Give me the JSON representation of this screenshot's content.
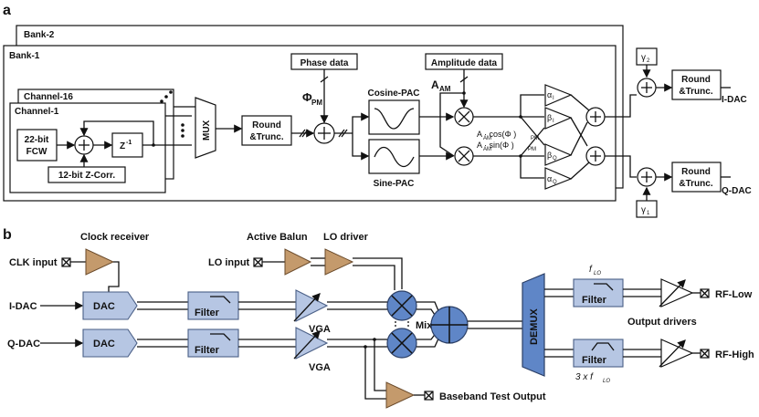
{
  "panel_a": {
    "label": "a",
    "bank2": "Bank-2",
    "bank1": "Bank-1",
    "channel16": "Channel-16",
    "channel1": "Channel-1",
    "fcw_line1": "22-bit",
    "fcw_line2": "FCW",
    "zinv": "Z",
    "zinv_sup": "-1",
    "zcorr": "12-bit Z-Corr.",
    "mux": "MUX",
    "round1_line1": "Round",
    "round1_line2": "&Trunc.",
    "phase_data": "Phase data",
    "phi_pm": "Φ",
    "phi_pm_sub": "PM",
    "amplitude_data": "Amplitude data",
    "a_am": "A",
    "a_am_sub": "AM",
    "cosine_pac": "Cosine-PAC",
    "sine_pac": "Sine-PAC",
    "expr_cos": "A  · cos(Φ  )",
    "expr_cos_sub1": "AM",
    "expr_cos_sub2": "PM",
    "expr_sin": "A  · sin(Φ  )",
    "alpha_i": "α",
    "alpha_i_sub": "I",
    "beta_i": "β",
    "beta_i_sub": "I",
    "beta_q": "β",
    "beta_q_sub": "Q",
    "alpha_q": "α",
    "alpha_q_sub": "Q",
    "gamma2": "γ",
    "gamma2_sub": "2",
    "gamma1": "γ",
    "gamma1_sub": "1",
    "round_i_line1": "Round",
    "round_i_line2": "&Trunc.",
    "round_q_line1": "Round",
    "round_q_line2": "&Trunc.",
    "idac": "I-DAC",
    "qdac": "Q-DAC"
  },
  "panel_b": {
    "label": "b",
    "clock_receiver": "Clock receiver",
    "clk_input": "CLK input",
    "active_balun": "Active Balun",
    "lo_driver": "LO driver",
    "lo_input": "LO input",
    "idac_in": "I-DAC",
    "qdac_in": "Q-DAC",
    "dac": "DAC",
    "filter": "Filter",
    "vga": "VGA",
    "mixer": "Mixer",
    "demux": "DEMUX",
    "flo": "f",
    "flo_sub": "LO",
    "three_flo": "3 x f",
    "output_drivers": "Output drivers",
    "rf_low": "RF-Low",
    "rf_high": "RF-High",
    "baseband_test": "Baseband Test Output"
  },
  "colors": {
    "block_fill": "#b6c6e3",
    "amp_fill": "#c49a6c",
    "accent_blue": "#5f86c7"
  }
}
